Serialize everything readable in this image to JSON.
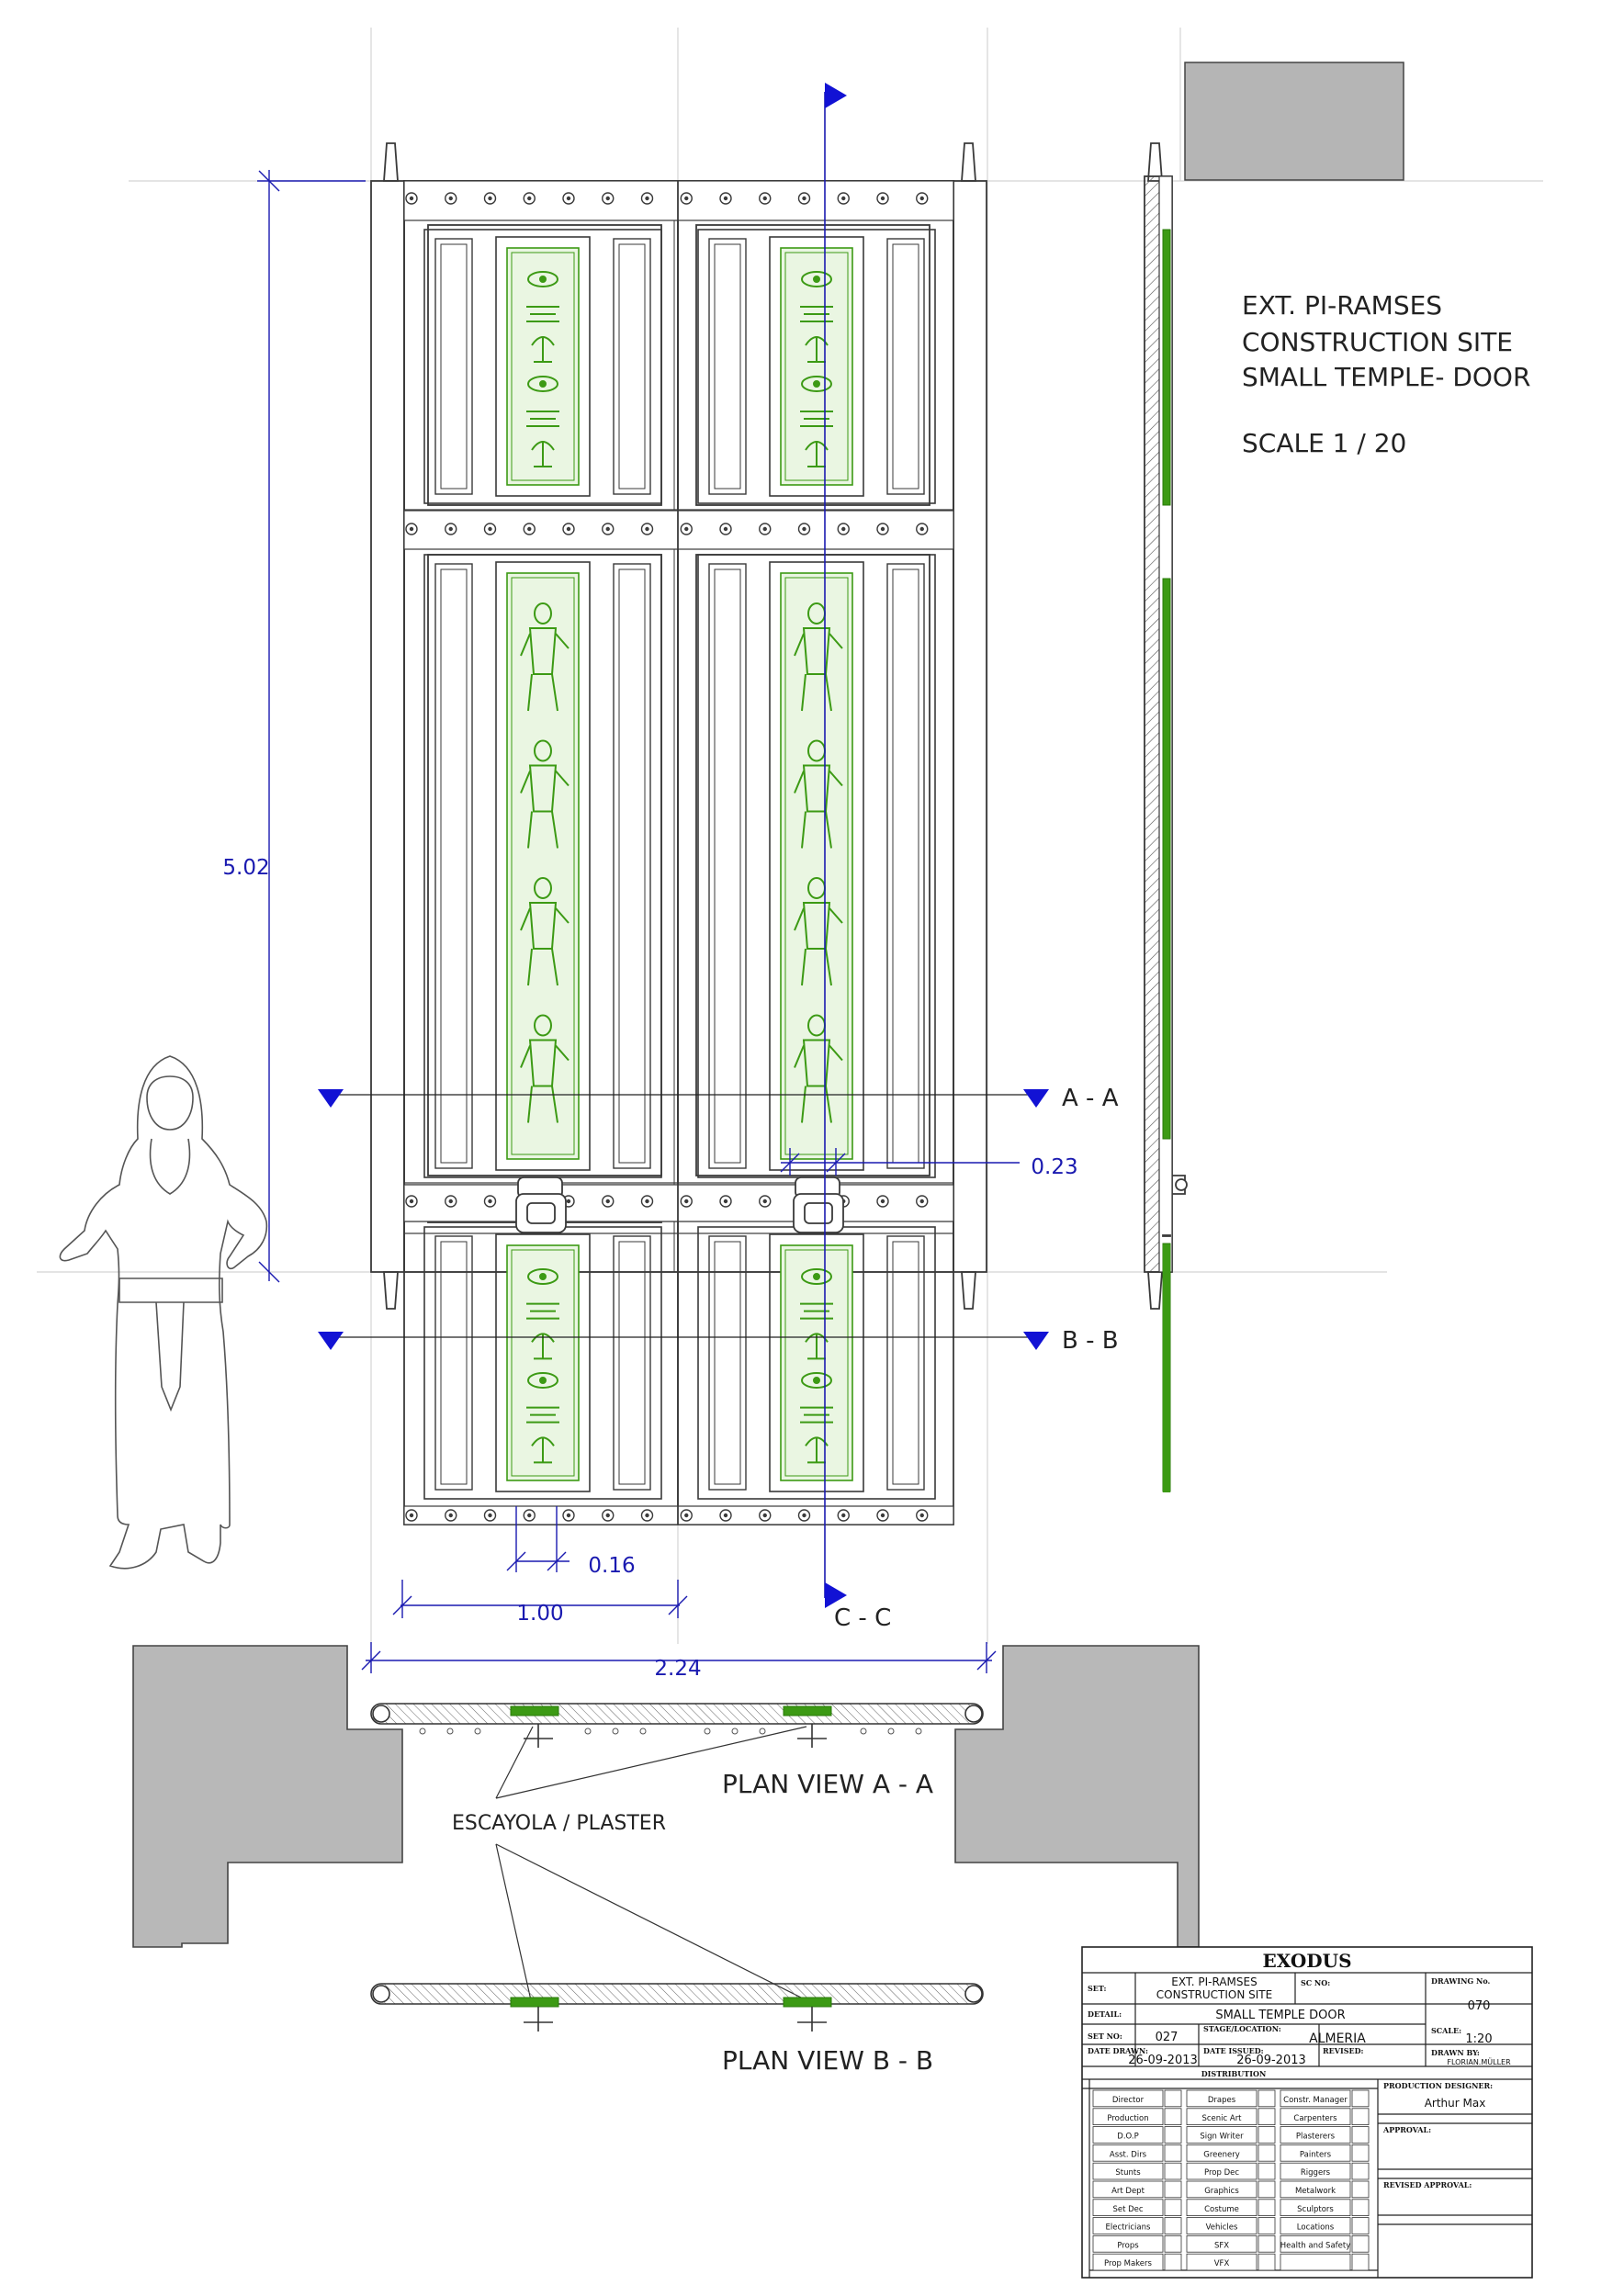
{
  "title_block_notes": {
    "line1": "EXT. PI-RAMSES",
    "line2": "CONSTRUCTION SITE",
    "line3": "SMALL TEMPLE-  DOOR",
    "scale": "SCALE 1 / 20"
  },
  "dimensions": {
    "height": "5.02",
    "panel_width": "0.23",
    "leaf_width": "1.00",
    "strip_width": "0.16",
    "total_width": "2.24"
  },
  "sections": {
    "aa": "A - A",
    "bb": "B - B",
    "cc": "C - C"
  },
  "plan_labels": {
    "plan_aa": "PLAN VIEW A - A",
    "plan_bb": "PLAN VIEW B - B",
    "material": "ESCAYOLA / PLASTER"
  },
  "title_block": {
    "project": "EXODUS",
    "set_label": "SET:",
    "set_value_1": "EXT. PI-RAMSES",
    "set_value_2": "CONSTRUCTION SITE",
    "sc_label": "SC NO:",
    "drawing_label": "DRAWING No.",
    "drawing_value": "070",
    "detail_label": "DETAIL:",
    "detail_value": "SMALL TEMPLE DOOR",
    "setno_label": "SET NO:",
    "setno_value": "027",
    "stage_label": "STAGE/LOCATION:",
    "stage_value": "ALMERIA",
    "scale_label": "SCALE:",
    "scale_value": "1:20",
    "date_drawn_label": "DATE DRAWN:",
    "date_drawn_value": "26-09-2013",
    "date_issued_label": "DATE ISSUED:",
    "date_issued_value": "26-09-2013",
    "revised_label": "REVISED:",
    "drawn_by_label": "DRAWN BY:",
    "drawn_by_value": "FLORIAN.MÜLLER",
    "distribution_label": "DISTRIBUTION",
    "production_designer_label": "PRODUCTION DESIGNER:",
    "production_designer_value": "Arthur Max",
    "approval_label": "APPROVAL:",
    "revised_approval_label": "REVISED  APPROVAL:",
    "distribution_col1": [
      "Director",
      "Production",
      "D.O.P",
      "Asst. Dirs",
      "Stunts",
      "Art Dept",
      "Set Dec",
      "Electricians",
      "Props",
      "Prop Makers"
    ],
    "distribution_col2": [
      "Drapes",
      "Scenic Art",
      "Sign Writer",
      "Greenery",
      "Prop Dec",
      "Graphics",
      "Costume",
      "Vehicles",
      "SFX",
      "VFX"
    ],
    "distribution_col3": [
      "Constr. Manager",
      "Carpenters",
      "Plasterers",
      "Painters",
      "Riggers",
      "Metalwork",
      "Sculptors",
      "Locations",
      "Health and Safety",
      ""
    ]
  },
  "colors": {
    "line": "#3a3a3a",
    "dimension": "#1a1ab0",
    "marker": "#1212d4",
    "relief": "#3c9a14",
    "wall": "#b8b8b8"
  }
}
